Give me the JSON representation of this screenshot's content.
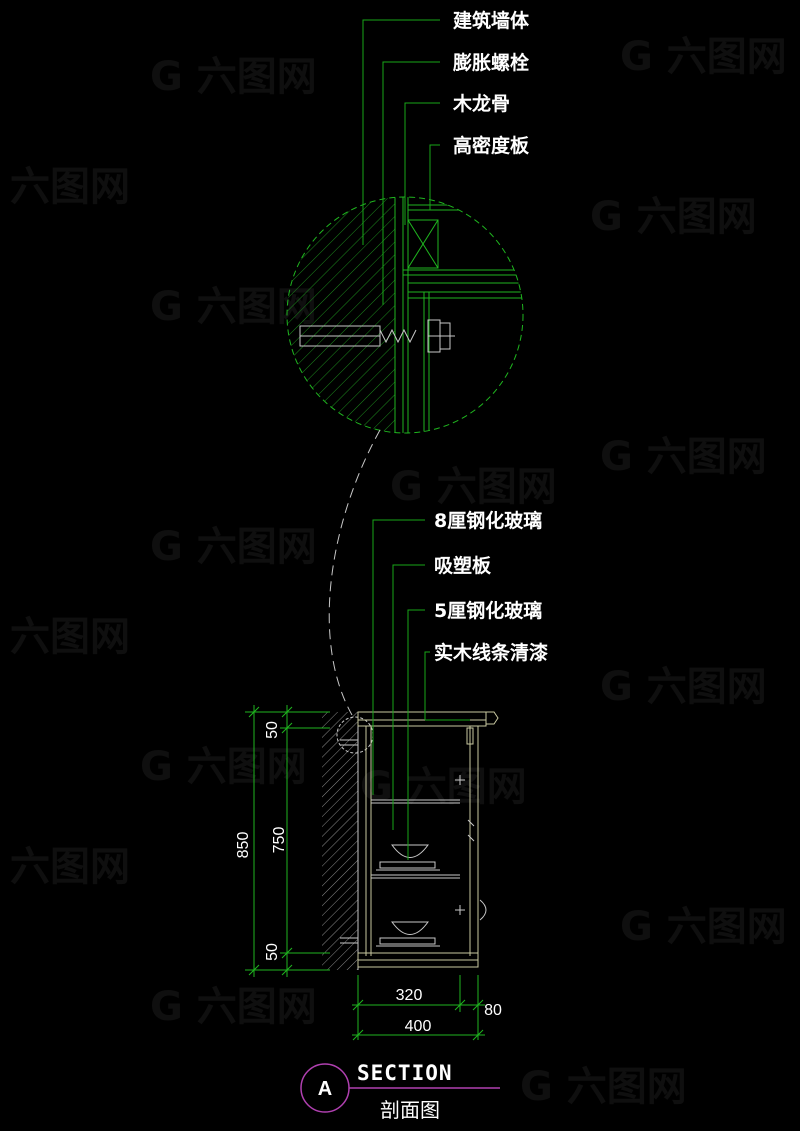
{
  "detail_labels": [
    "建筑墙体",
    "膨胀螺栓",
    "木龙骨",
    "高密度板"
  ],
  "section_labels": [
    "8厘钢化玻璃",
    "吸塑板",
    "5厘钢化玻璃",
    "实木线条清漆"
  ],
  "dimensions": {
    "top": "50",
    "middle": "750",
    "bottom": "50",
    "total": "850",
    "inner_width": "320",
    "frame": "80",
    "total_width": "400"
  },
  "title": {
    "bubble": "A",
    "english": "SECTION",
    "chinese": "剖面图"
  },
  "colors": {
    "background": "#000000",
    "leader": "#19a619",
    "text": "#ffffff",
    "title_line": "#b040b0"
  }
}
